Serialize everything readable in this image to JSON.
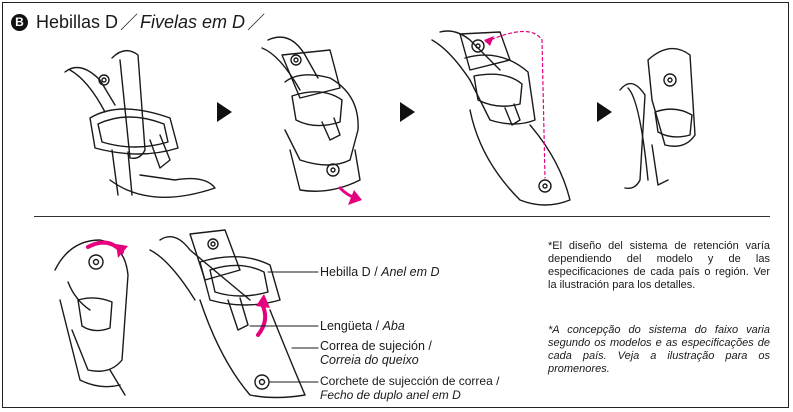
{
  "badge": "B",
  "title": {
    "es": "Hebillas D",
    "sep": "／",
    "pt": "Fivelas em D",
    "tail": "／"
  },
  "labels": {
    "d_ring": {
      "es": "Hebilla D",
      "pt": "Anel em D"
    },
    "tab": {
      "es": "Lengüeta",
      "pt": "Aba"
    },
    "chin_strap": {
      "es": "Correa de sujeción /",
      "pt": "Correia do queixo"
    },
    "snap": {
      "es": "Corchete de sujección de correa /",
      "pt": "Fecho de duplo anel em D"
    }
  },
  "notes": {
    "es": "*El diseño del sistema de retención varía dependiendo del modelo y de las especificaciones de cada país o región. Ver la ilustración para los detalles.",
    "pt": "*A concepção do sistema do faixo varia segundo os modelos e as especificações de cada país. Veja a ilustração para os promenores."
  },
  "colors": {
    "accent": "#e5007e",
    "ink": "#1a1a1a"
  },
  "icons": [
    "step-arrow-icon",
    "step-arrow-icon",
    "step-arrow-icon"
  ]
}
